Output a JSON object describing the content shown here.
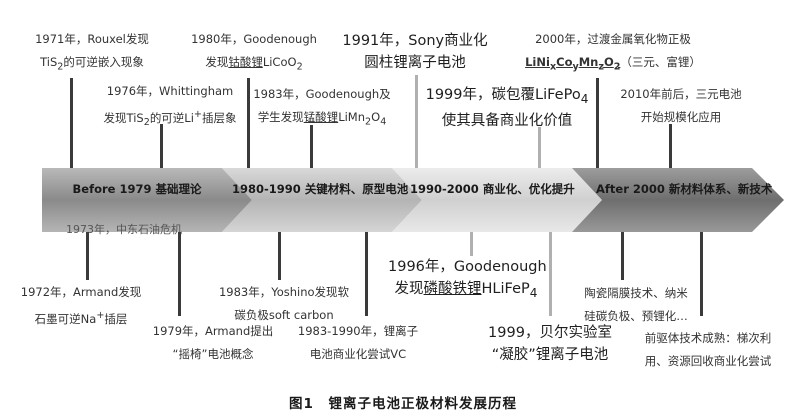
{
  "stages": [
    {
      "period": "Before 1979",
      "theme": "基础理论"
    },
    {
      "period": "1980-1990",
      "theme": "关键材料、原型电池"
    },
    {
      "period": "1990-2000",
      "theme": "商业化、优化提升"
    },
    {
      "period": "After 2000",
      "theme": "新材料体系、新技术"
    }
  ],
  "crisis": "1973年，中东石油危机",
  "events_top": {
    "e1971_l1": "1971年，Rouxel发现",
    "e1971_l2a": "TiS",
    "e1971_l2sub": "2",
    "e1971_l2b": "的可逆嵌入现象",
    "e1976_l1": "1976年，Whittingham",
    "e1976_l2a": "发现TiS",
    "e1976_l2sub": "2",
    "e1976_l2b": "的可逆Li",
    "e1976_l2sup": "+",
    "e1976_l2c": "插层象",
    "e1980_l1": "1980年，Goodenough",
    "e1980_l2a": "发现",
    "e1980_l2u": "钴酸锂",
    "e1980_l2b": "LiCoO",
    "e1980_l2sub": "2",
    "e1983g_l1": "1983年，Goodenough及",
    "e1983g_l2a": "学生发现",
    "e1983g_l2u": "锰酸锂",
    "e1983g_l2b": "LiMn",
    "e1983g_l2sub1": "2",
    "e1983g_l2c": "O",
    "e1983g_l2sub2": "4",
    "e1991_l1": "1991年，Sony商业化",
    "e1991_l2": "圆柱锂离子电池",
    "e1999c_l1a": "1999年，碳包覆LiFePo",
    "e1999c_l1sub": "4",
    "e1999c_l2": "使其具备商业化价值",
    "e2000_l1": "2000年，过渡金属氧化物正极",
    "e2000_l2a": "LiNi",
    "e2000_l2s1": "x",
    "e2000_l2b": "Co",
    "e2000_l2s2": "y",
    "e2000_l2c": "Mn",
    "e2000_l2s3": "z",
    "e2000_l2d": "O",
    "e2000_l2s4": "2",
    "e2000_l2e": "（三元、富锂）",
    "e2010_l1": "2010年前后，三元电池",
    "e2010_l2": "开始规模化应用"
  },
  "events_bottom": {
    "e1972_l1": "1972年，Armand发现",
    "e1972_l2a": "石墨可逆Na",
    "e1972_l2sup": "+",
    "e1972_l2b": "插层",
    "e1979_l1": "1979年，Armand提出",
    "e1979_l2": "“摇椅”电池概念",
    "e1983y_l1": "1983年，Yoshino发现软",
    "e1983y_l2": "碳负极soft carbon",
    "e1983s_l1": "1983-1990年，锂离子",
    "e1983s_l2": "电池商业化尝试VC",
    "e1996_l1": "1996年，Goodenough",
    "e1996_l2a": "发现",
    "e1996_l2u": "磷酸铁锂",
    "e1996_l2b": "HLiFeP",
    "e1996_l2sub": "4",
    "e1999b_l1": "1999，贝尔实验室",
    "e1999b_l2": "“凝胶”锂离子电池",
    "e_ceramic_l1": "陶瓷隔膜技术、纳米",
    "e_ceramic_l2": "硅碳负极、预锂化…",
    "e_precursor_l1": "前驱体技术成熟：梯次利",
    "e_precursor_l2": "用、资源回收商业化尝试"
  },
  "caption": "图1　锂离子电池正极材料发展历程"
}
